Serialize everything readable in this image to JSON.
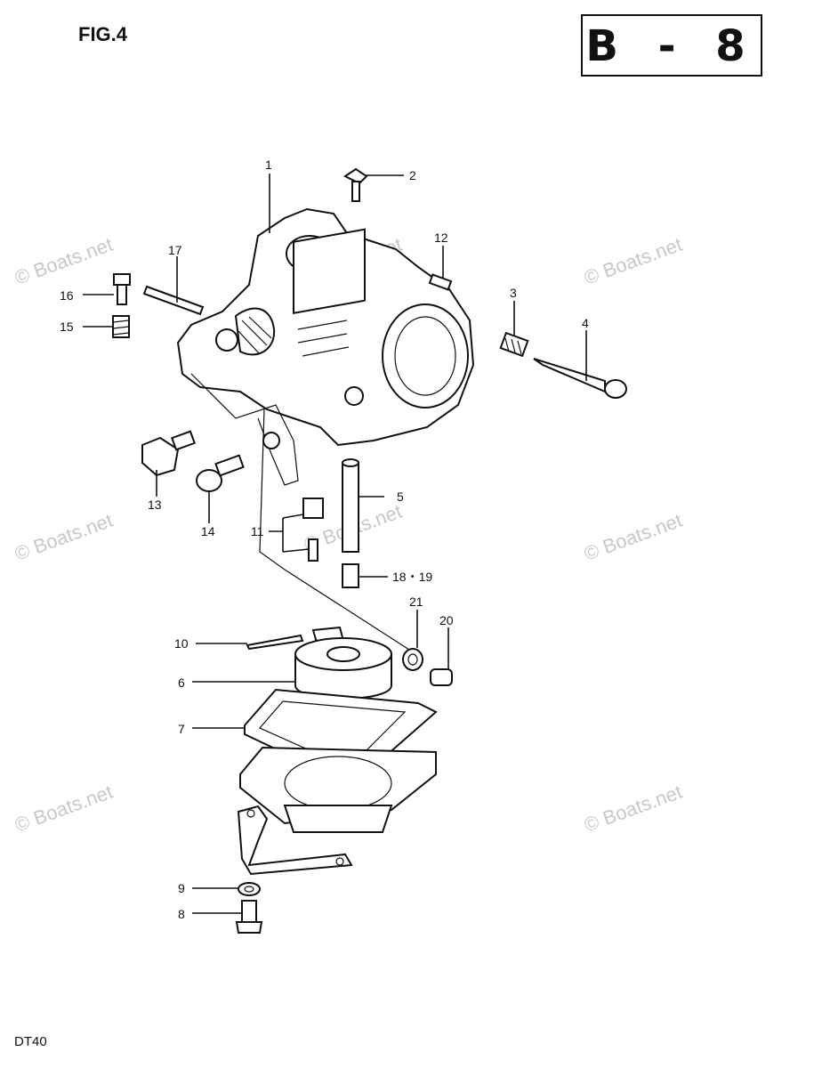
{
  "figure": {
    "title": "FIG.4",
    "page_code": "B - 8",
    "model": "DT40"
  },
  "watermark": "© Boats.net",
  "callouts": [
    {
      "id": "1",
      "label": "1"
    },
    {
      "id": "2",
      "label": "2"
    },
    {
      "id": "3",
      "label": "3"
    },
    {
      "id": "4",
      "label": "4"
    },
    {
      "id": "5",
      "label": "5"
    },
    {
      "id": "6",
      "label": "6"
    },
    {
      "id": "7",
      "label": "7"
    },
    {
      "id": "8",
      "label": "8"
    },
    {
      "id": "9",
      "label": "9"
    },
    {
      "id": "10",
      "label": "10"
    },
    {
      "id": "11",
      "label": "11"
    },
    {
      "id": "12",
      "label": "12"
    },
    {
      "id": "13",
      "label": "13"
    },
    {
      "id": "14",
      "label": "14"
    },
    {
      "id": "15",
      "label": "15"
    },
    {
      "id": "16",
      "label": "16"
    },
    {
      "id": "17",
      "label": "17"
    },
    {
      "id": "18-19",
      "label": "18・19"
    },
    {
      "id": "20",
      "label": "20"
    },
    {
      "id": "21",
      "label": "21"
    }
  ]
}
